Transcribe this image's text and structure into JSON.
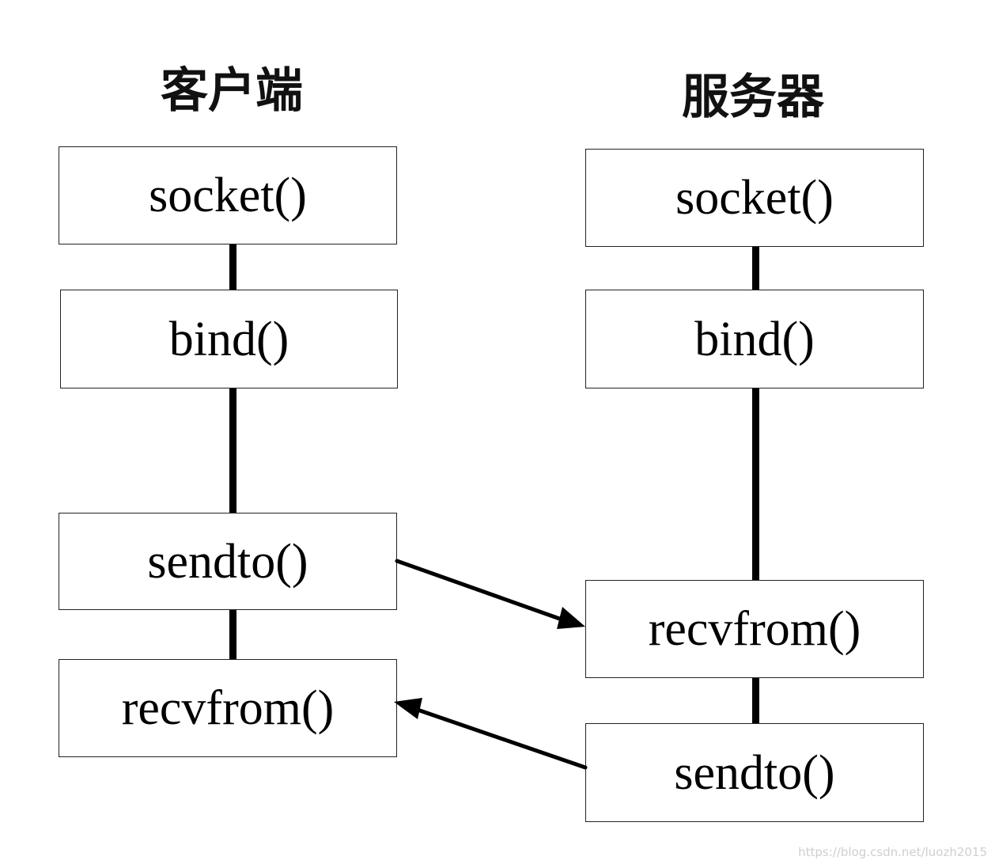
{
  "client": {
    "title": "客户端",
    "steps": [
      "socket()",
      "bind()",
      "sendto()",
      "recvfrom()"
    ]
  },
  "server": {
    "title": "服务器",
    "steps": [
      "socket()",
      "bind()",
      "recvfrom()",
      "sendto()"
    ]
  },
  "watermark": "https://blog.csdn.net/luozh2015",
  "colors": {
    "line": "#000000",
    "box_border": "#222222",
    "watermark": "#cfcfcf"
  }
}
